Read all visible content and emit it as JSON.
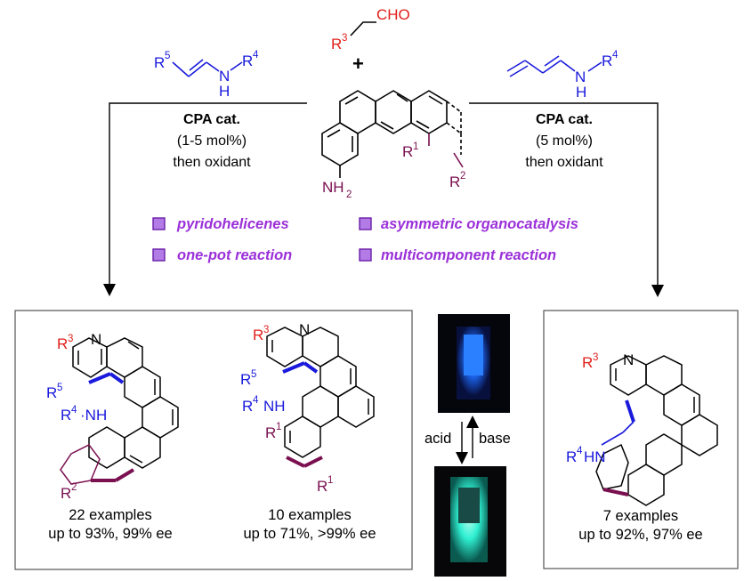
{
  "reagents": {
    "aldehyde_R": "R",
    "aldehyde_R_sup": "3",
    "aldehyde_group": "CHO",
    "plus": "+",
    "enamine_left_R5": "R",
    "enamine_left_R5_sup": "5",
    "enamine_left_N": "N",
    "enamine_left_R4": "R",
    "enamine_left_R4_sup": "4",
    "enamine_left_H": "H",
    "enamine_right_N": "N",
    "enamine_right_R4": "R",
    "enamine_right_R4_sup": "4",
    "enamine_right_H": "H",
    "amine_NH2": "NH",
    "amine_NH2_sub": "2",
    "amine_R1": "R",
    "amine_R1_sup": "1",
    "amine_R2": "R",
    "amine_R2_sup": "2"
  },
  "conditions_left": {
    "catalyst": "CPA cat.",
    "loading": "(1-5 mol%)",
    "then": "then oxidant"
  },
  "conditions_right": {
    "catalyst": "CPA cat.",
    "loading": "(5 mol%)",
    "then": "then oxidant"
  },
  "tags": [
    "pyridohelicenes",
    "asymmetric organocatalysis",
    "one-pot reaction",
    "multicomponent reaction"
  ],
  "products": {
    "p1": {
      "count": "22 examples",
      "yield": "up to 93%, 99% ee"
    },
    "p2": {
      "count": "10 examples",
      "yield": "up to 71%, >99% ee"
    },
    "p3": {
      "count": "7 examples",
      "yield": "up to 92%, 97% ee"
    }
  },
  "switch": {
    "acid": "acid",
    "base": "base"
  },
  "colors": {
    "red": "#e0201b",
    "blue": "#1a1adc",
    "purple": "#7a1050",
    "tag": "#9b30d9",
    "fluor_blue": "#1d6bff",
    "fluor_cyan": "#2ff0d2"
  }
}
